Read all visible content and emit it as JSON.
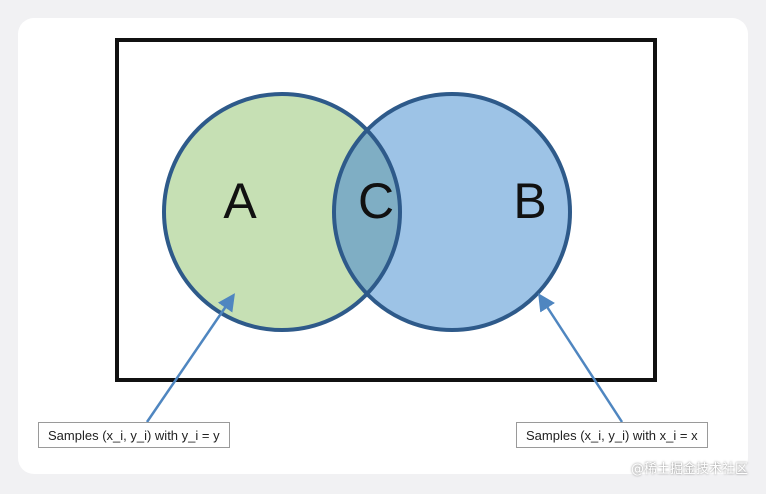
{
  "regions": {
    "a_label": "A",
    "b_label": "B",
    "c_label": "C"
  },
  "captions": {
    "a": "Samples (x_i, y_i) with y_i = y",
    "b": "Samples (x_i, y_i) with x_i = x"
  },
  "watermark": "@稀土掘金技术社区",
  "colors": {
    "circle_a_fill": "#c6e0b4",
    "circle_b_fill": "#9dc3e6",
    "overlap_fill": "#7faec4",
    "circle_stroke": "#2e5a8a",
    "arrow": "#4f86c0",
    "frame": "#111111"
  }
}
